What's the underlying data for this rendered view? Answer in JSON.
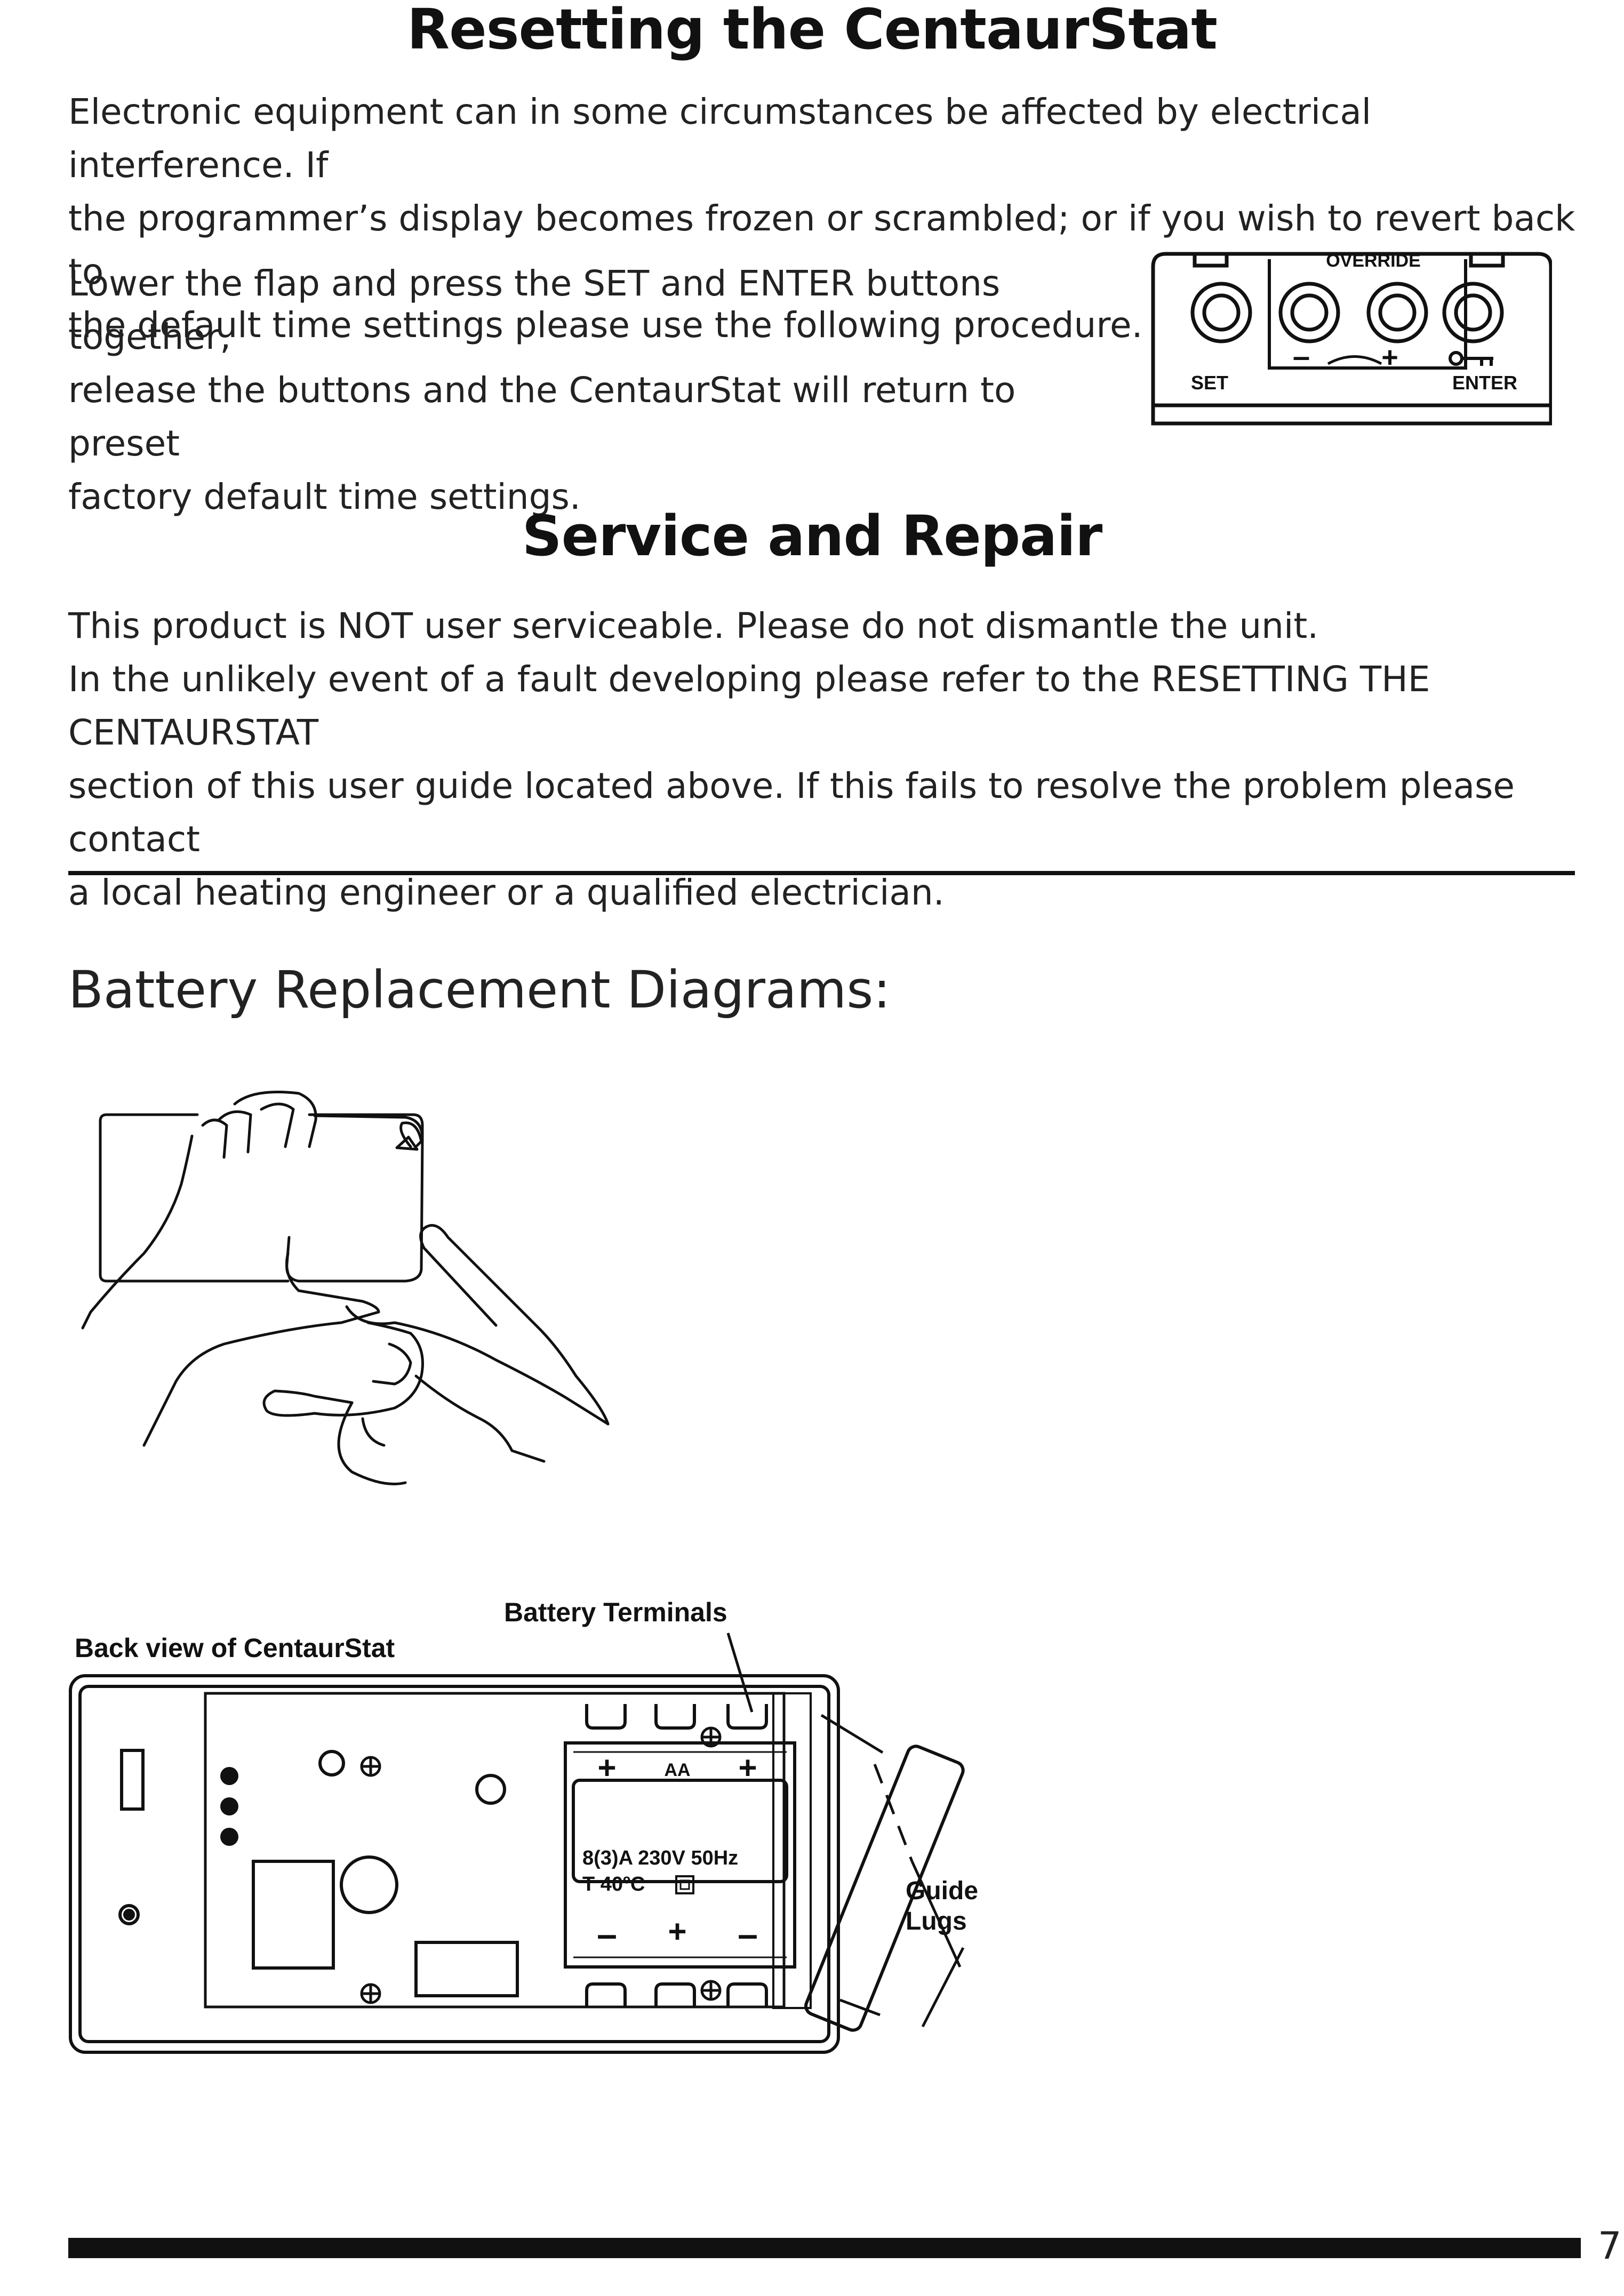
{
  "reset": {
    "heading": "Resetting the CentaurStat",
    "para1_lines": [
      "Electronic equipment can in some circumstances be affected by electrical interference. If",
      "the programmer’s display becomes frozen or scrambled; or if you wish to revert back to",
      "the default time settings please use the following procedure."
    ],
    "para2_lines": [
      "Lower the flap and press the SET and ENTER buttons together,",
      "release the buttons and the CentaurStat will return to preset",
      "factory default time settings."
    ],
    "panel": {
      "override_label": "OVERRIDE",
      "set_label": "SET",
      "enter_label": "ENTER",
      "minus_label": "–",
      "plus_label": "+"
    }
  },
  "service": {
    "heading": "Service and Repair",
    "lines": [
      "This product is NOT user serviceable. Please do not dismantle the unit.",
      "In the unlikely event of a fault developing please refer to the RESETTING THE CENTAURSTAT",
      "section of this user guide located above. If this fails to resolve the problem please contact",
      "a local heating engineer or a qualified electrician."
    ]
  },
  "battery": {
    "heading": "Battery Replacement Diagrams:",
    "back_view_label": "Back view of CentaurStat",
    "terminals_label": "Battery Terminals",
    "guide_lugs_label_1": "Guide",
    "guide_lugs_label_2": "Lugs",
    "aa_label": "AA",
    "rating_line_1": "8(3)A  230V  50Hz",
    "rating_line_2": "T  40ºC"
  },
  "footer": {
    "page_number": "7"
  }
}
